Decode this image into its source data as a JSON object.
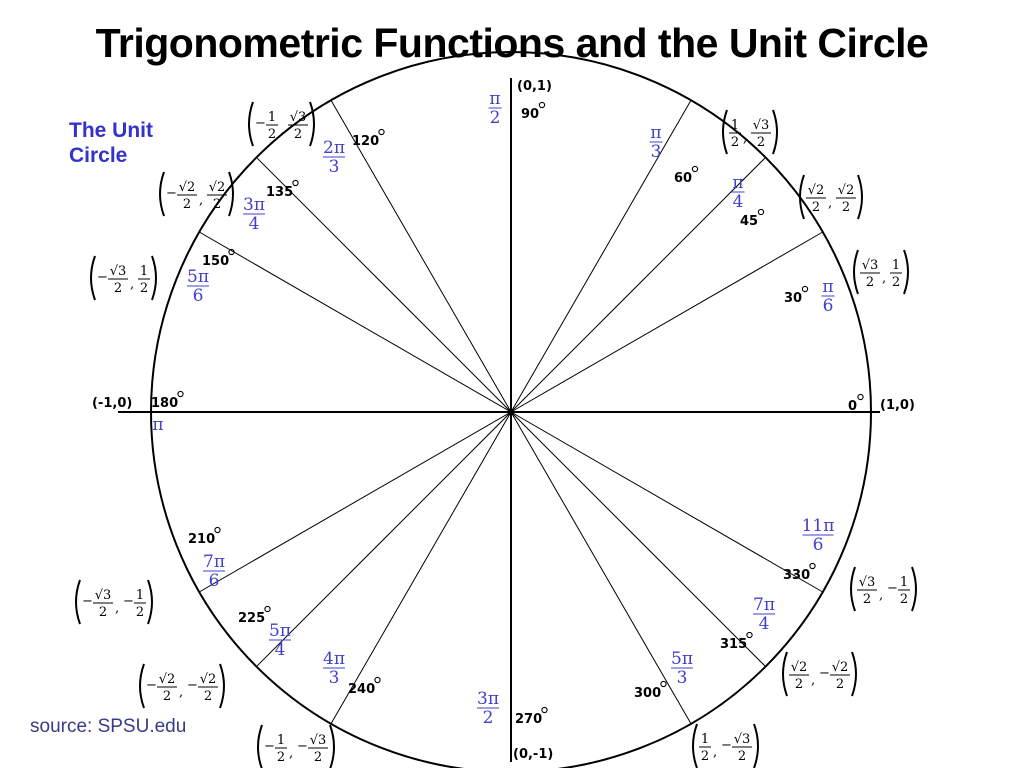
{
  "title": "Trigonometric Functions and the Unit Circle",
  "diagram_label": [
    "The Unit",
    "Circle"
  ],
  "source": "source: SPSU.edu",
  "axis_points": {
    "top": "(0,1)",
    "bottom": "(0,-1)",
    "left": "(-1,0)",
    "right": "(1,0)"
  },
  "angles": [
    {
      "deg": 0,
      "deg_label": "0",
      "rad": null,
      "coord": null
    },
    {
      "deg": 30,
      "deg_label": "30",
      "rad": {
        "num": "π",
        "den": "6"
      },
      "coord": {
        "x": [
          "",
          "√3",
          "2"
        ],
        "y": [
          "",
          "1",
          "2"
        ]
      }
    },
    {
      "deg": 45,
      "deg_label": "45",
      "rad": {
        "num": "π",
        "den": "4"
      },
      "coord": {
        "x": [
          "",
          "√2",
          "2"
        ],
        "y": [
          "",
          "√2",
          "2"
        ]
      }
    },
    {
      "deg": 60,
      "deg_label": "60",
      "rad": {
        "num": "π",
        "den": "3"
      },
      "coord": {
        "x": [
          "",
          "1",
          "2"
        ],
        "y": [
          "",
          "√3",
          "2"
        ]
      }
    },
    {
      "deg": 90,
      "deg_label": "90",
      "rad": {
        "num": "π",
        "den": "2"
      },
      "coord": null
    },
    {
      "deg": 120,
      "deg_label": "120",
      "rad": {
        "num": "2π",
        "den": "3"
      },
      "coord": {
        "x": [
          "-",
          "1",
          "2"
        ],
        "y": [
          "",
          "√3",
          "2"
        ]
      }
    },
    {
      "deg": 135,
      "deg_label": "135",
      "rad": {
        "num": "3π",
        "den": "4"
      },
      "coord": {
        "x": [
          "-",
          "√2",
          "2"
        ],
        "y": [
          "",
          "√2",
          "2"
        ]
      }
    },
    {
      "deg": 150,
      "deg_label": "150",
      "rad": {
        "num": "5π",
        "den": "6"
      },
      "coord": {
        "x": [
          "-",
          "√3",
          "2"
        ],
        "y": [
          "",
          "1",
          "2"
        ]
      }
    },
    {
      "deg": 180,
      "deg_label": "180",
      "rad": {
        "num": "π",
        "den": ""
      },
      "coord": null
    },
    {
      "deg": 210,
      "deg_label": "210",
      "rad": {
        "num": "7π",
        "den": "6"
      },
      "coord": {
        "x": [
          "-",
          "√3",
          "2"
        ],
        "y": [
          "-",
          "1",
          "2"
        ]
      }
    },
    {
      "deg": 225,
      "deg_label": "225",
      "rad": {
        "num": "5π",
        "den": "4"
      },
      "coord": {
        "x": [
          "-",
          "√2",
          "2"
        ],
        "y": [
          "-",
          "√2",
          "2"
        ]
      }
    },
    {
      "deg": 240,
      "deg_label": "240",
      "rad": {
        "num": "4π",
        "den": "3"
      },
      "coord": {
        "x": [
          "-",
          "1",
          "2"
        ],
        "y": [
          "-",
          "√3",
          "2"
        ]
      }
    },
    {
      "deg": 270,
      "deg_label": "270",
      "rad": {
        "num": "3π",
        "den": "2"
      },
      "coord": null
    },
    {
      "deg": 300,
      "deg_label": "300",
      "rad": {
        "num": "5π",
        "den": "3"
      },
      "coord": {
        "x": [
          "",
          "1",
          "2"
        ],
        "y": [
          "-",
          "√3",
          "2"
        ]
      }
    },
    {
      "deg": 315,
      "deg_label": "315",
      "rad": {
        "num": "7π",
        "den": "4"
      },
      "coord": {
        "x": [
          "",
          "√2",
          "2"
        ],
        "y": [
          "-",
          "√2",
          "2"
        ]
      }
    },
    {
      "deg": 330,
      "deg_label": "330",
      "rad": {
        "num": "11π",
        "den": "6"
      },
      "coord": {
        "x": [
          "",
          "√3",
          "2"
        ],
        "y": [
          "-",
          "1",
          "2"
        ]
      }
    }
  ]
}
